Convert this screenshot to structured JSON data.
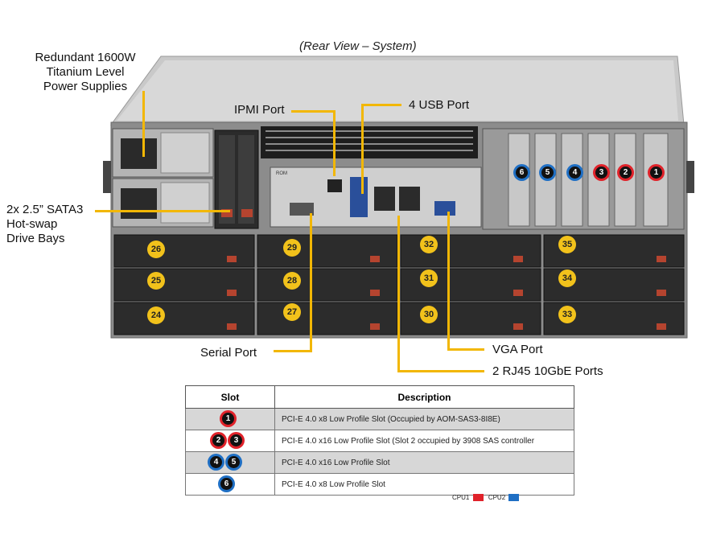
{
  "title": "(Rear View – System)",
  "callouts": {
    "power": [
      "Redundant  1600W",
      "Titanium  Level",
      "Power Supplies"
    ],
    "ipmi": "IPMI Port",
    "usb": "4 USB Port",
    "drives": [
      "2x 2.5” SATA3",
      "Hot-swap",
      "Drive Bays"
    ],
    "serial": "Serial Port",
    "vga": "VGA Port",
    "rj45": "2 RJ45 10GbE Ports"
  },
  "bays": {
    "col1": [
      "26",
      "25",
      "24"
    ],
    "col2": [
      "29",
      "28",
      "27"
    ],
    "col3": [
      "32",
      "31",
      "30"
    ],
    "col4": [
      "35",
      "34",
      "33"
    ]
  },
  "pcie_slots": [
    {
      "num": "6",
      "cpu": "CPU2"
    },
    {
      "num": "5",
      "cpu": "CPU2"
    },
    {
      "num": "4",
      "cpu": "CPU2"
    },
    {
      "num": "3",
      "cpu": "CPU1"
    },
    {
      "num": "2",
      "cpu": "CPU1"
    },
    {
      "num": "1",
      "cpu": "CPU1"
    }
  ],
  "io_label": "ROM",
  "table": {
    "headers": [
      "Slot",
      "Description"
    ],
    "rows": [
      {
        "slots": [
          "1"
        ],
        "description": "PCI-E  4.0 x8 Low Profile Slot (Occupied by AOM-SAS3-8I8E)"
      },
      {
        "slots": [
          "2",
          "3"
        ],
        "description": "PCI-E  4.0 x16 Low Profile Slot (Slot 2 occupied by 3908 SAS controller"
      },
      {
        "slots": [
          "4",
          "5"
        ],
        "description": "PCI-E  4.0 x16 Low Profile Slot"
      },
      {
        "slots": [
          "6"
        ],
        "description": "PCI-E  4.0 x8 Low Profile Slot"
      }
    ]
  },
  "legend": {
    "cpu1": "CPU1",
    "cpu2": "CPU2"
  },
  "colors": {
    "cpu1": "#e0222a",
    "cpu2": "#1f6fc4",
    "callout": "#f2b705",
    "badge": "#f2c21b"
  }
}
